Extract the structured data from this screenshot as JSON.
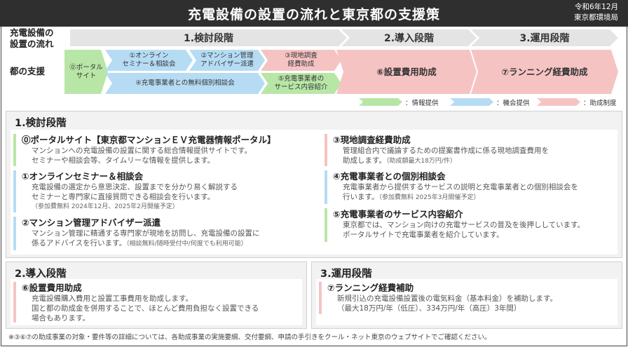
{
  "header": {
    "title": "充電設備の設置の流れと東京都の支援策",
    "date_line1": "令和6年12月",
    "date_line2": "東京都環境局"
  },
  "flow": {
    "row1_label_line1": "充電設備の",
    "row1_label_line2": "設置の流れ",
    "row2_label": "都の支援",
    "phases": [
      "1.検討段階",
      "2.導入段階",
      "3.運用段階"
    ],
    "chevrons": {
      "portal_line1": "⓪ポータル",
      "portal_line2": "サイト",
      "seminar_line1": "①オンライン",
      "seminar_line2": "セミナー＆相談会",
      "advisor_line1": "②マンション管理",
      "advisor_line2": "アドバイザー派遣",
      "survey_line1": "③現地調査",
      "survey_line2": "経費助成",
      "consult": "④充電事業者との無料個別相談会",
      "service_line1": "⑤充電事業者の",
      "service_line2": "サービス内容紹介",
      "install": "⑥設置費用助成",
      "running": "⑦ランニング経費助成"
    },
    "legend": [
      "：情報提供",
      "：機会提供",
      "：助成制度"
    ]
  },
  "colors": {
    "info": "#b8e6a6",
    "opportunity": "#b6dcf4",
    "subsidy": "#f6c3c3"
  },
  "section1": {
    "heading": "1.検討段階",
    "items": [
      {
        "title": "⓪ポータルサイト【東京都マンションＥＶ充電器情報ポータル】",
        "lines": [
          "マンションへの充電設備の設置に関する総合情報提供サイトです。",
          "セミナーや相談会等、タイムリーな情報を提供します。"
        ],
        "note": ""
      },
      {
        "title": "①オンラインセミナー＆相談会",
        "lines": [
          "充電設備の選定から意思決定、設置までを分かり易く解説する",
          "セミナーと専門家に直接質問できる相談会を行います。"
        ],
        "note": "（参加費無料 2024年12月、2025年2月開催予定）"
      },
      {
        "title": "②マンション管理アドバイザー派遣",
        "lines": [
          "マンション管理に精通する専門家が現地を訪問し、充電設備の設置に"
        ],
        "line_last": "係るアドバイスを行います。",
        "note": "（相談無料/随時受付中/何度でも利用可能）"
      },
      {
        "title": "③現地調査経費助成",
        "lines": [
          "管理組合内で議論するための提案書作成に係る現地調査費用を"
        ],
        "line_last": "助成します。",
        "note": "（助成額最大18万円/件）"
      },
      {
        "title": "④充電事業者との個別相談会",
        "lines": [
          "充電事業者から提供するサービスの説明と充電事業者との個別相談会を"
        ],
        "line_last": "行います。",
        "note": "（参加費無料 2025年3月開催予定）"
      },
      {
        "title": "⑤充電事業者のサービス内容紹介",
        "lines": [
          "東京都では、マンション向けの充電サービスの普及を後押ししています。",
          "ポータルサイトで充電事業者を紹介しています。"
        ],
        "note": ""
      }
    ]
  },
  "section2": {
    "heading": "2.導入段階",
    "title": "⑥設置費用助成",
    "lines": [
      "充電設備購入費用と設置工事費用を助成します。",
      "国と都の助成金を併用することで、ほとんど費用負担なく設置できる",
      "場合もあります。"
    ]
  },
  "section3": {
    "heading": "3.運用段階",
    "title": "⑦ランニング経費補助",
    "lines": [
      "新規引込の充電設備設置後の電気料金（基本料金）を補助します。",
      "（最大18万円/年（低圧）、334万円/年（高圧）3年間）"
    ]
  },
  "footnote": "※③⑥⑦の助成事業の対象・要件等の詳細については、各助成事業の実施要綱、交付要綱、申請の手引きをクール・ネット東京のウェブサイトでご確認ください。"
}
